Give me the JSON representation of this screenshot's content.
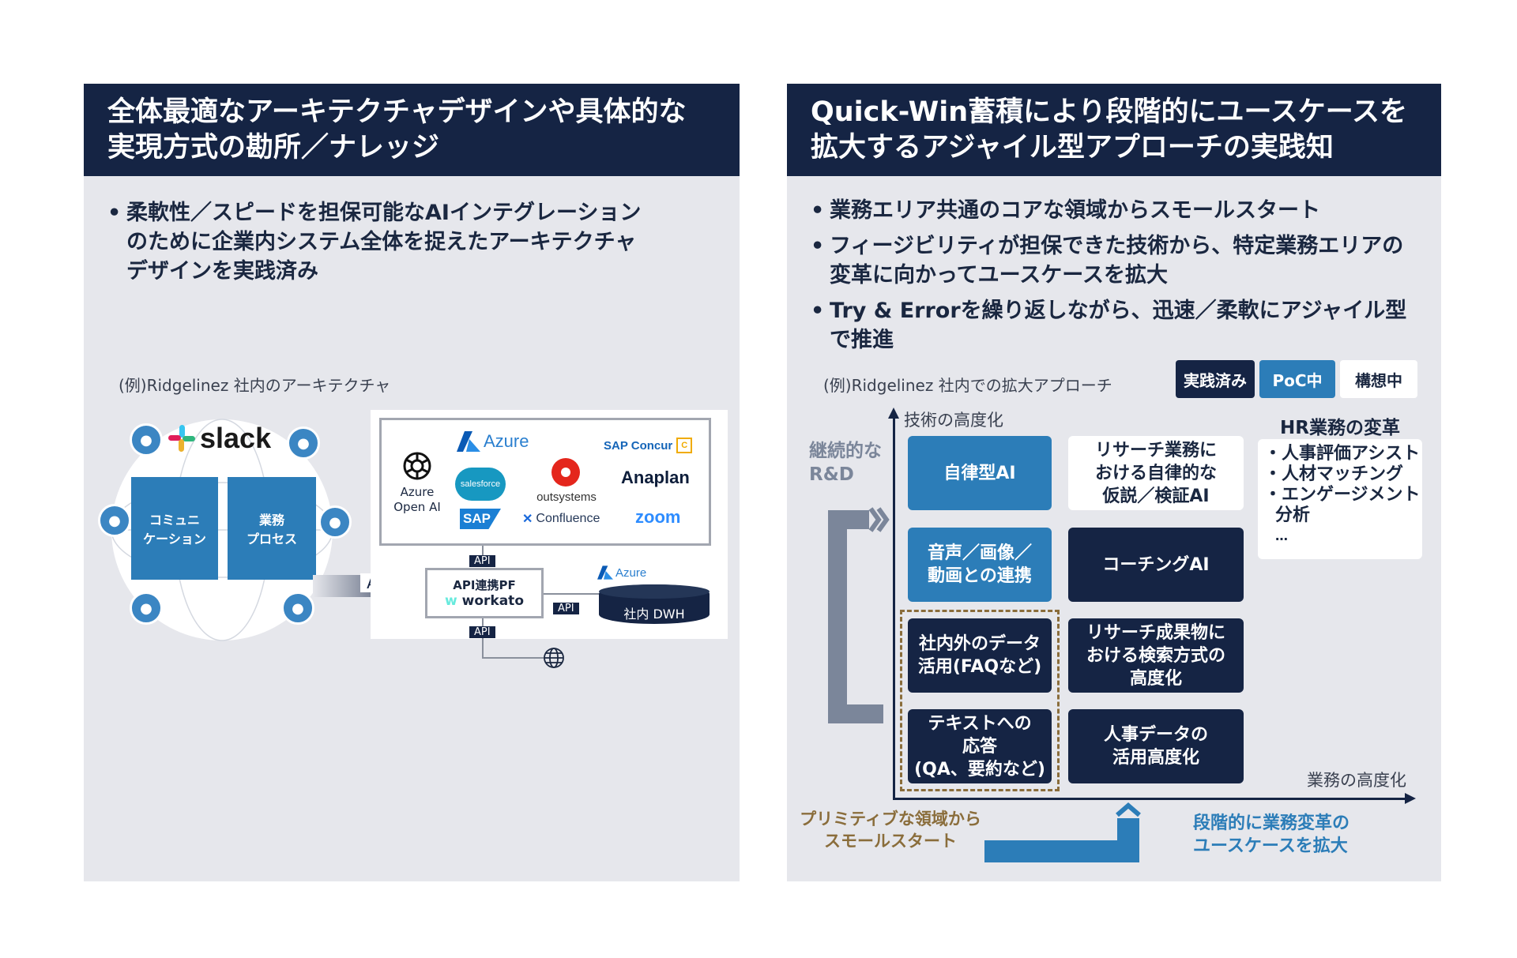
{
  "left": {
    "heading": [
      "全体最適なアーキテクチャデザインや具体的な",
      "実現方式の勘所／ナレッジ"
    ],
    "bullets": [
      [
        "柔軟性／スピードを担保可能なAIインテグレーション",
        "のために企業内システム全体を捉えたアーキテクチャ",
        "デザインを実践済み"
      ]
    ],
    "caption": "(例)Ridgelinez 社内のアーキテクチャ",
    "slack_label": "slack",
    "hub_boxes": [
      [
        "コミュニ",
        "ケーション"
      ],
      [
        "業務",
        "プロセス"
      ]
    ],
    "api_arrow": "API",
    "apps": {
      "azure": "Azure",
      "sap_concur": "SAP Concur",
      "azure_openai": [
        "Azure",
        "Open AI"
      ],
      "salesforce": "salesforce",
      "outsystems": "outsystems",
      "anaplan": "Anaplan",
      "sap": "SAP",
      "confluence": "Confluence",
      "zoom": "zoom"
    },
    "api_tag": "API",
    "api_pf": "API連携PF",
    "workato": "workato",
    "azure_small": "Azure",
    "dwh": "社内 DWH",
    "icons": {
      "person": "person-icon",
      "globe": "globe-icon",
      "openai": "openai-icon"
    }
  },
  "right": {
    "heading": [
      "Quick-Win蓄積により段階的にユースケースを",
      "拡大するアジャイル型アプローチの実践知"
    ],
    "bullets": [
      [
        "業務エリア共通のコアな領域からスモールスタート"
      ],
      [
        "フィージビリティが担保できた技術から、特定業務エリアの",
        "変革に向かってユースケースを拡大"
      ],
      [
        "Try & Errorを繰り返しながら、迅速／柔軟にアジャイル型",
        "で推進"
      ]
    ],
    "caption": "(例)Ridgelinez 社内での拡大アプローチ",
    "legend": [
      {
        "label": "実践済み",
        "style": "navy"
      },
      {
        "label": "PoC中",
        "style": "blue"
      },
      {
        "label": "構想中",
        "style": "white"
      }
    ],
    "y_axis_label": "技術の高度化",
    "x_axis_label": "業務の高度化",
    "rd_label": [
      "継続的な",
      "R&D"
    ],
    "grid": [
      {
        "lines": [
          "自律型AI"
        ],
        "style": "blue"
      },
      {
        "lines": [
          "リサーチ業務に",
          "おける自律的な",
          "仮説／検証AI"
        ],
        "style": "white"
      },
      {
        "lines": [
          "音声／画像／",
          "動画との連携"
        ],
        "style": "blue"
      },
      {
        "lines": [
          "コーチングAI"
        ],
        "style": "navy"
      },
      {
        "lines": [
          "社内外のデータ",
          "活用(FAQなど)"
        ],
        "style": "navy"
      },
      {
        "lines": [
          "リサーチ成果物に",
          "おける検索方式の",
          "高度化"
        ],
        "style": "navy"
      },
      {
        "lines": [
          "テキストへの",
          "応答",
          "(QA、要約など)"
        ],
        "style": "navy"
      },
      {
        "lines": [
          "人事データの",
          "活用高度化"
        ],
        "style": "navy"
      }
    ],
    "hr_title": "HR業務の変革",
    "hr_items": [
      "・人事評価アシスト",
      "・人材マッチング",
      "・エンゲージメント",
      "分析",
      "…"
    ],
    "bottom_left": [
      "プリミティブな領域から",
      "スモールスタート"
    ],
    "bottom_right": [
      "段階的に業務変革の",
      "ユースケースを拡大"
    ],
    "colors": {
      "navy": "#152444",
      "blue": "#2c7db8",
      "gold": "#8a6d3b",
      "grey": "#7b869a"
    }
  }
}
